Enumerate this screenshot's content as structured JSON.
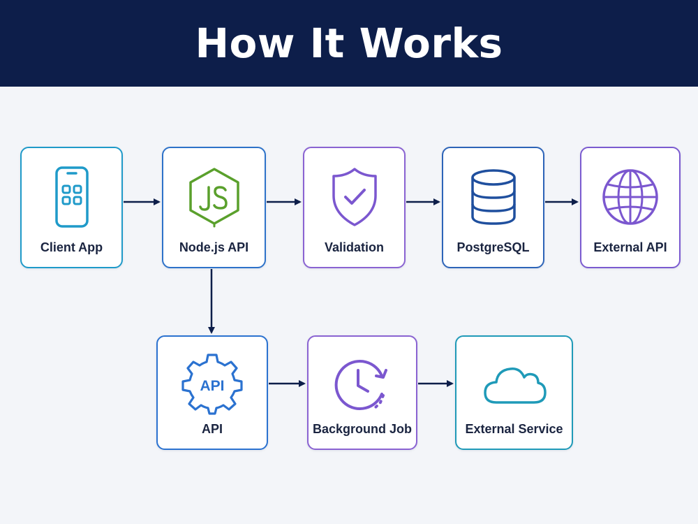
{
  "title": "How It Works",
  "nodes": {
    "client_app": {
      "label": "Client App",
      "icon": "mobile-app-icon",
      "color": "#1f9ac9"
    },
    "nodejs_api": {
      "label": "Node.js API",
      "icon": "nodejs-icon",
      "color": "#5aa02c"
    },
    "validation": {
      "label": "Validation",
      "icon": "shield-check-icon",
      "color": "#7b57cf"
    },
    "postgresql": {
      "label": "PostgreSQL",
      "icon": "database-icon",
      "color": "#1f4f9e"
    },
    "external_api": {
      "label": "External API",
      "icon": "globe-icon",
      "color": "#7b57cf"
    },
    "api": {
      "label": "API",
      "icon": "api-gear-icon",
      "icon_text": "API",
      "color": "#2b72d0"
    },
    "background_job": {
      "label": "Background Job",
      "icon": "clock-refresh-icon",
      "color": "#7b57cf"
    },
    "external_service": {
      "label": "External Service",
      "icon": "cloud-icon",
      "color": "#1f9ab8"
    }
  },
  "edges": [
    {
      "from": "Client App",
      "to": "Node.js API"
    },
    {
      "from": "Node.js API",
      "to": "Validation"
    },
    {
      "from": "Validation",
      "to": "PostgreSQL"
    },
    {
      "from": "PostgreSQL",
      "to": "External API"
    },
    {
      "from": "Node.js API",
      "to": "API"
    },
    {
      "from": "API",
      "to": "Background Job"
    },
    {
      "from": "Background Job",
      "to": "External Service"
    }
  ],
  "colors": {
    "header_bg": "#0d1e4a",
    "arrow": "#0d1e4a",
    "background": "#f3f5f9"
  }
}
